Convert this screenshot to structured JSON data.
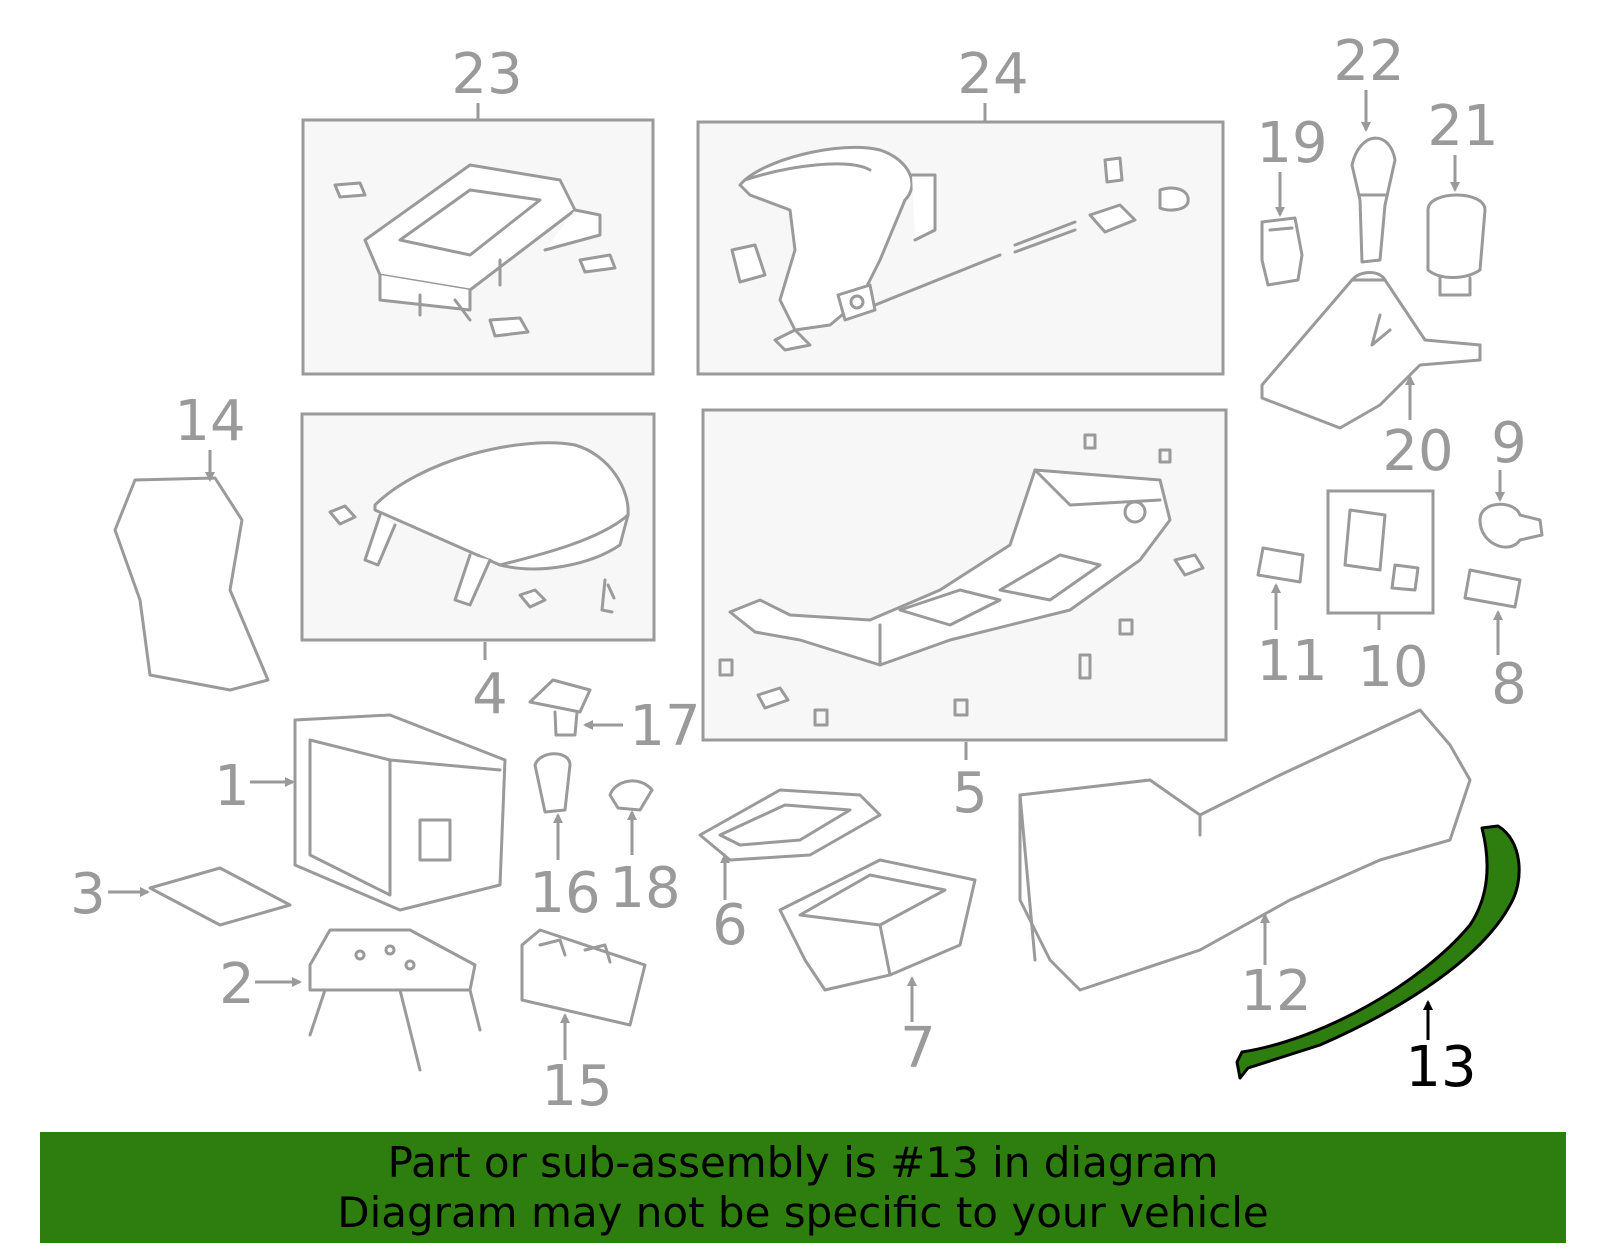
{
  "callouts": {
    "p1": "1",
    "p2": "2",
    "p3": "3",
    "p4": "4",
    "p5": "5",
    "p6": "6",
    "p7": "7",
    "p8": "8",
    "p9": "9",
    "p10": "10",
    "p11": "11",
    "p12": "12",
    "p13": "13",
    "p14": "14",
    "p15": "15",
    "p16": "16",
    "p17": "17",
    "p18": "18",
    "p19": "19",
    "p20": "20",
    "p21": "21",
    "p22": "22",
    "p23": "23",
    "p24": "24"
  },
  "highlighted_part": "13",
  "colors": {
    "highlight": "#2e7d0f",
    "line": "#9a9a9a",
    "banner": "#2e7d0f"
  },
  "banner": {
    "line1": "Part or sub-assembly is #13 in diagram",
    "line2": "Diagram may not be specific to your vehicle"
  }
}
